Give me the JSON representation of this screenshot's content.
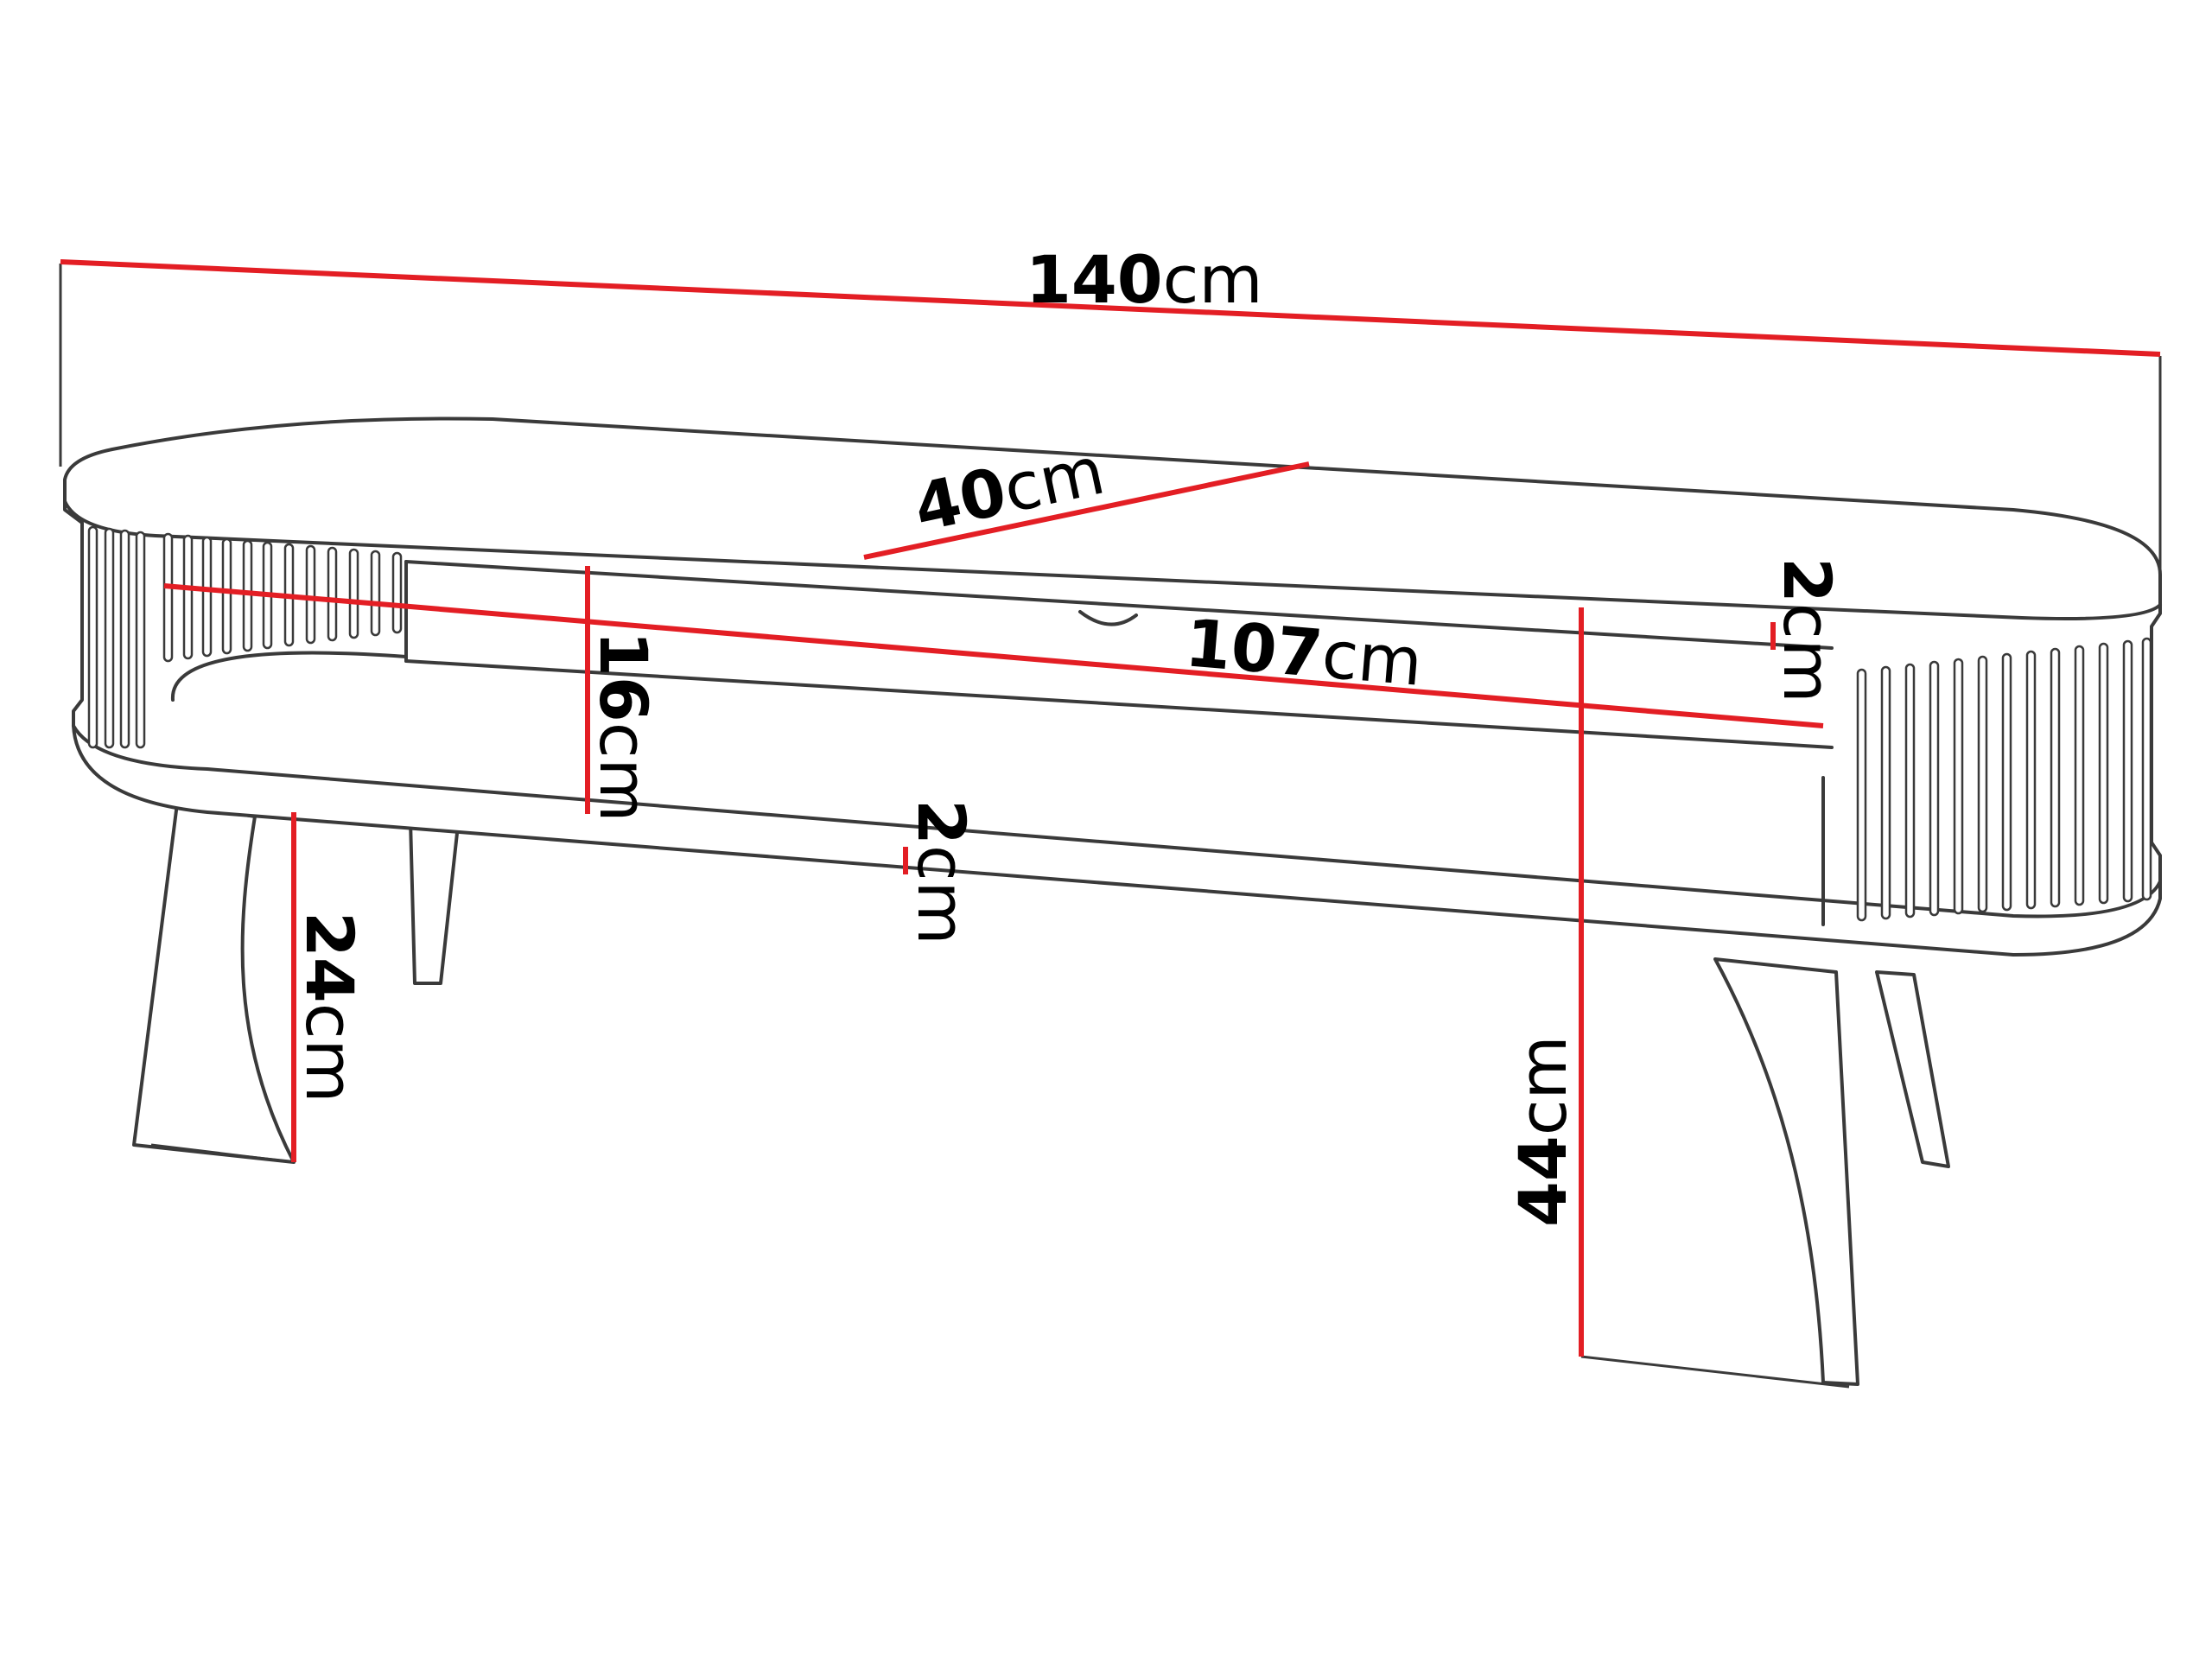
{
  "diagram": {
    "accent_color": "#e31e24",
    "line_color": "#3a3a3a",
    "dimensions": {
      "total_width": {
        "value": "140",
        "unit": "cm"
      },
      "depth": {
        "value": "40",
        "unit": "cm"
      },
      "inner_width": {
        "value": "107",
        "unit": "cm"
      },
      "shelf_height": {
        "value": "16",
        "unit": "cm"
      },
      "top_thickness": {
        "value": "2",
        "unit": "cm"
      },
      "shelf_thickness": {
        "value": "2",
        "unit": "cm"
      },
      "leg_height": {
        "value": "24",
        "unit": "cm"
      },
      "total_height": {
        "value": "44",
        "unit": "cm"
      }
    }
  }
}
